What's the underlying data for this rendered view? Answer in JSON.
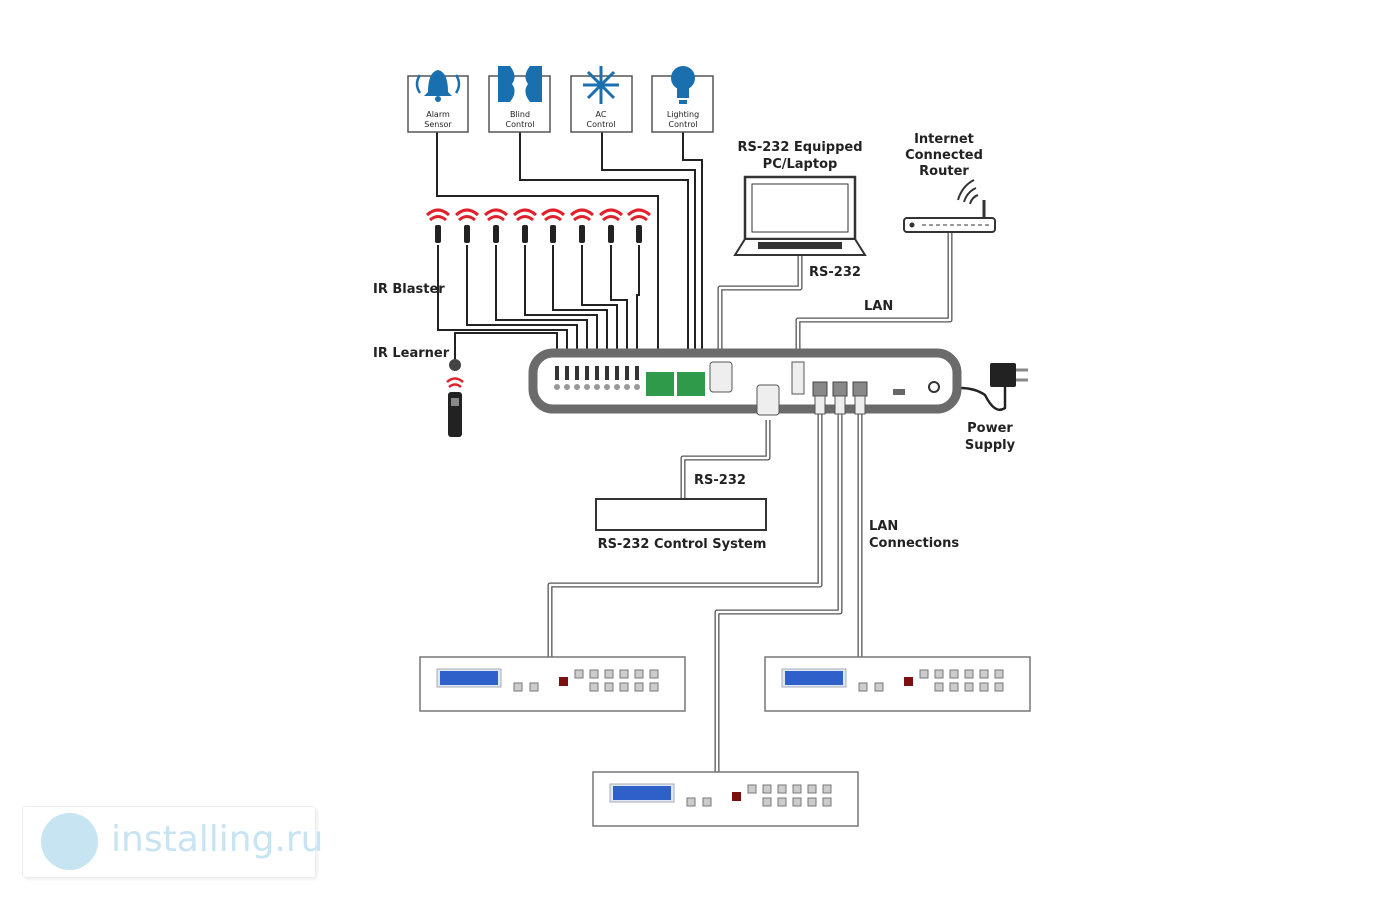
{
  "devices_top": [
    {
      "label_1": "Alarm",
      "label_2": "Sensor",
      "icon": "bell-icon"
    },
    {
      "label_1": "Blind",
      "label_2": "Control",
      "icon": "blind-icon"
    },
    {
      "label_1": "AC",
      "label_2": "Control",
      "icon": "snowflake-icon"
    },
    {
      "label_1": "Lighting",
      "label_2": "Control",
      "icon": "lightbulb-icon"
    }
  ],
  "labels": {
    "pc_1": "RS-232 Equipped",
    "pc_2": "PC/Laptop",
    "router_1": "Internet",
    "router_2": "Connected",
    "router_3": "Router",
    "rs232_pc": "RS-232",
    "lan": "LAN",
    "ir_blaster": "IR Blaster",
    "ir_learner": "IR Learner",
    "power_1": "Power",
    "power_2": "Supply",
    "rs232_ctrl": "RS-232",
    "control_system": "RS-232 Control System",
    "lan_conn_1": "LAN",
    "lan_conn_2": "Connections"
  },
  "colors": {
    "accent": "#1a6fae",
    "ir_red": "#e0202a",
    "terminal_green": "#2f9a4a",
    "device_border": "#6b6b6b",
    "lcd": "#2f5fc8"
  },
  "watermark": {
    "text": "installing.ru"
  }
}
